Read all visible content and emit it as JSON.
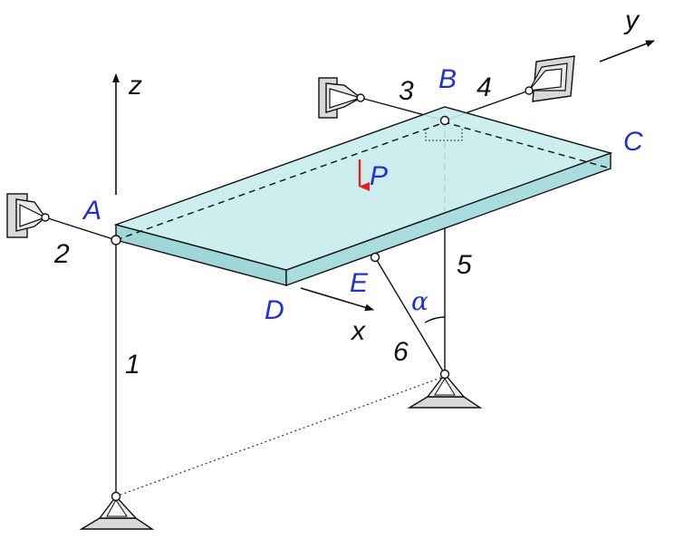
{
  "axes": {
    "x": "x",
    "y": "y",
    "z": "z"
  },
  "points": {
    "A": "A",
    "B": "B",
    "C": "C",
    "D": "D",
    "E": "E"
  },
  "rods": {
    "r1": "1",
    "r2": "2",
    "r3": "3",
    "r4": "4",
    "r5": "5",
    "r6": "6"
  },
  "load": {
    "label": "P"
  },
  "angle": {
    "label": "α"
  },
  "colors": {
    "plate_top": "#bfe9ea",
    "plate_side": "#9fd6d8",
    "load_arrow": "#e8201c",
    "point_label": "#1f2fe0",
    "support_fill": "#d9d9d9"
  }
}
